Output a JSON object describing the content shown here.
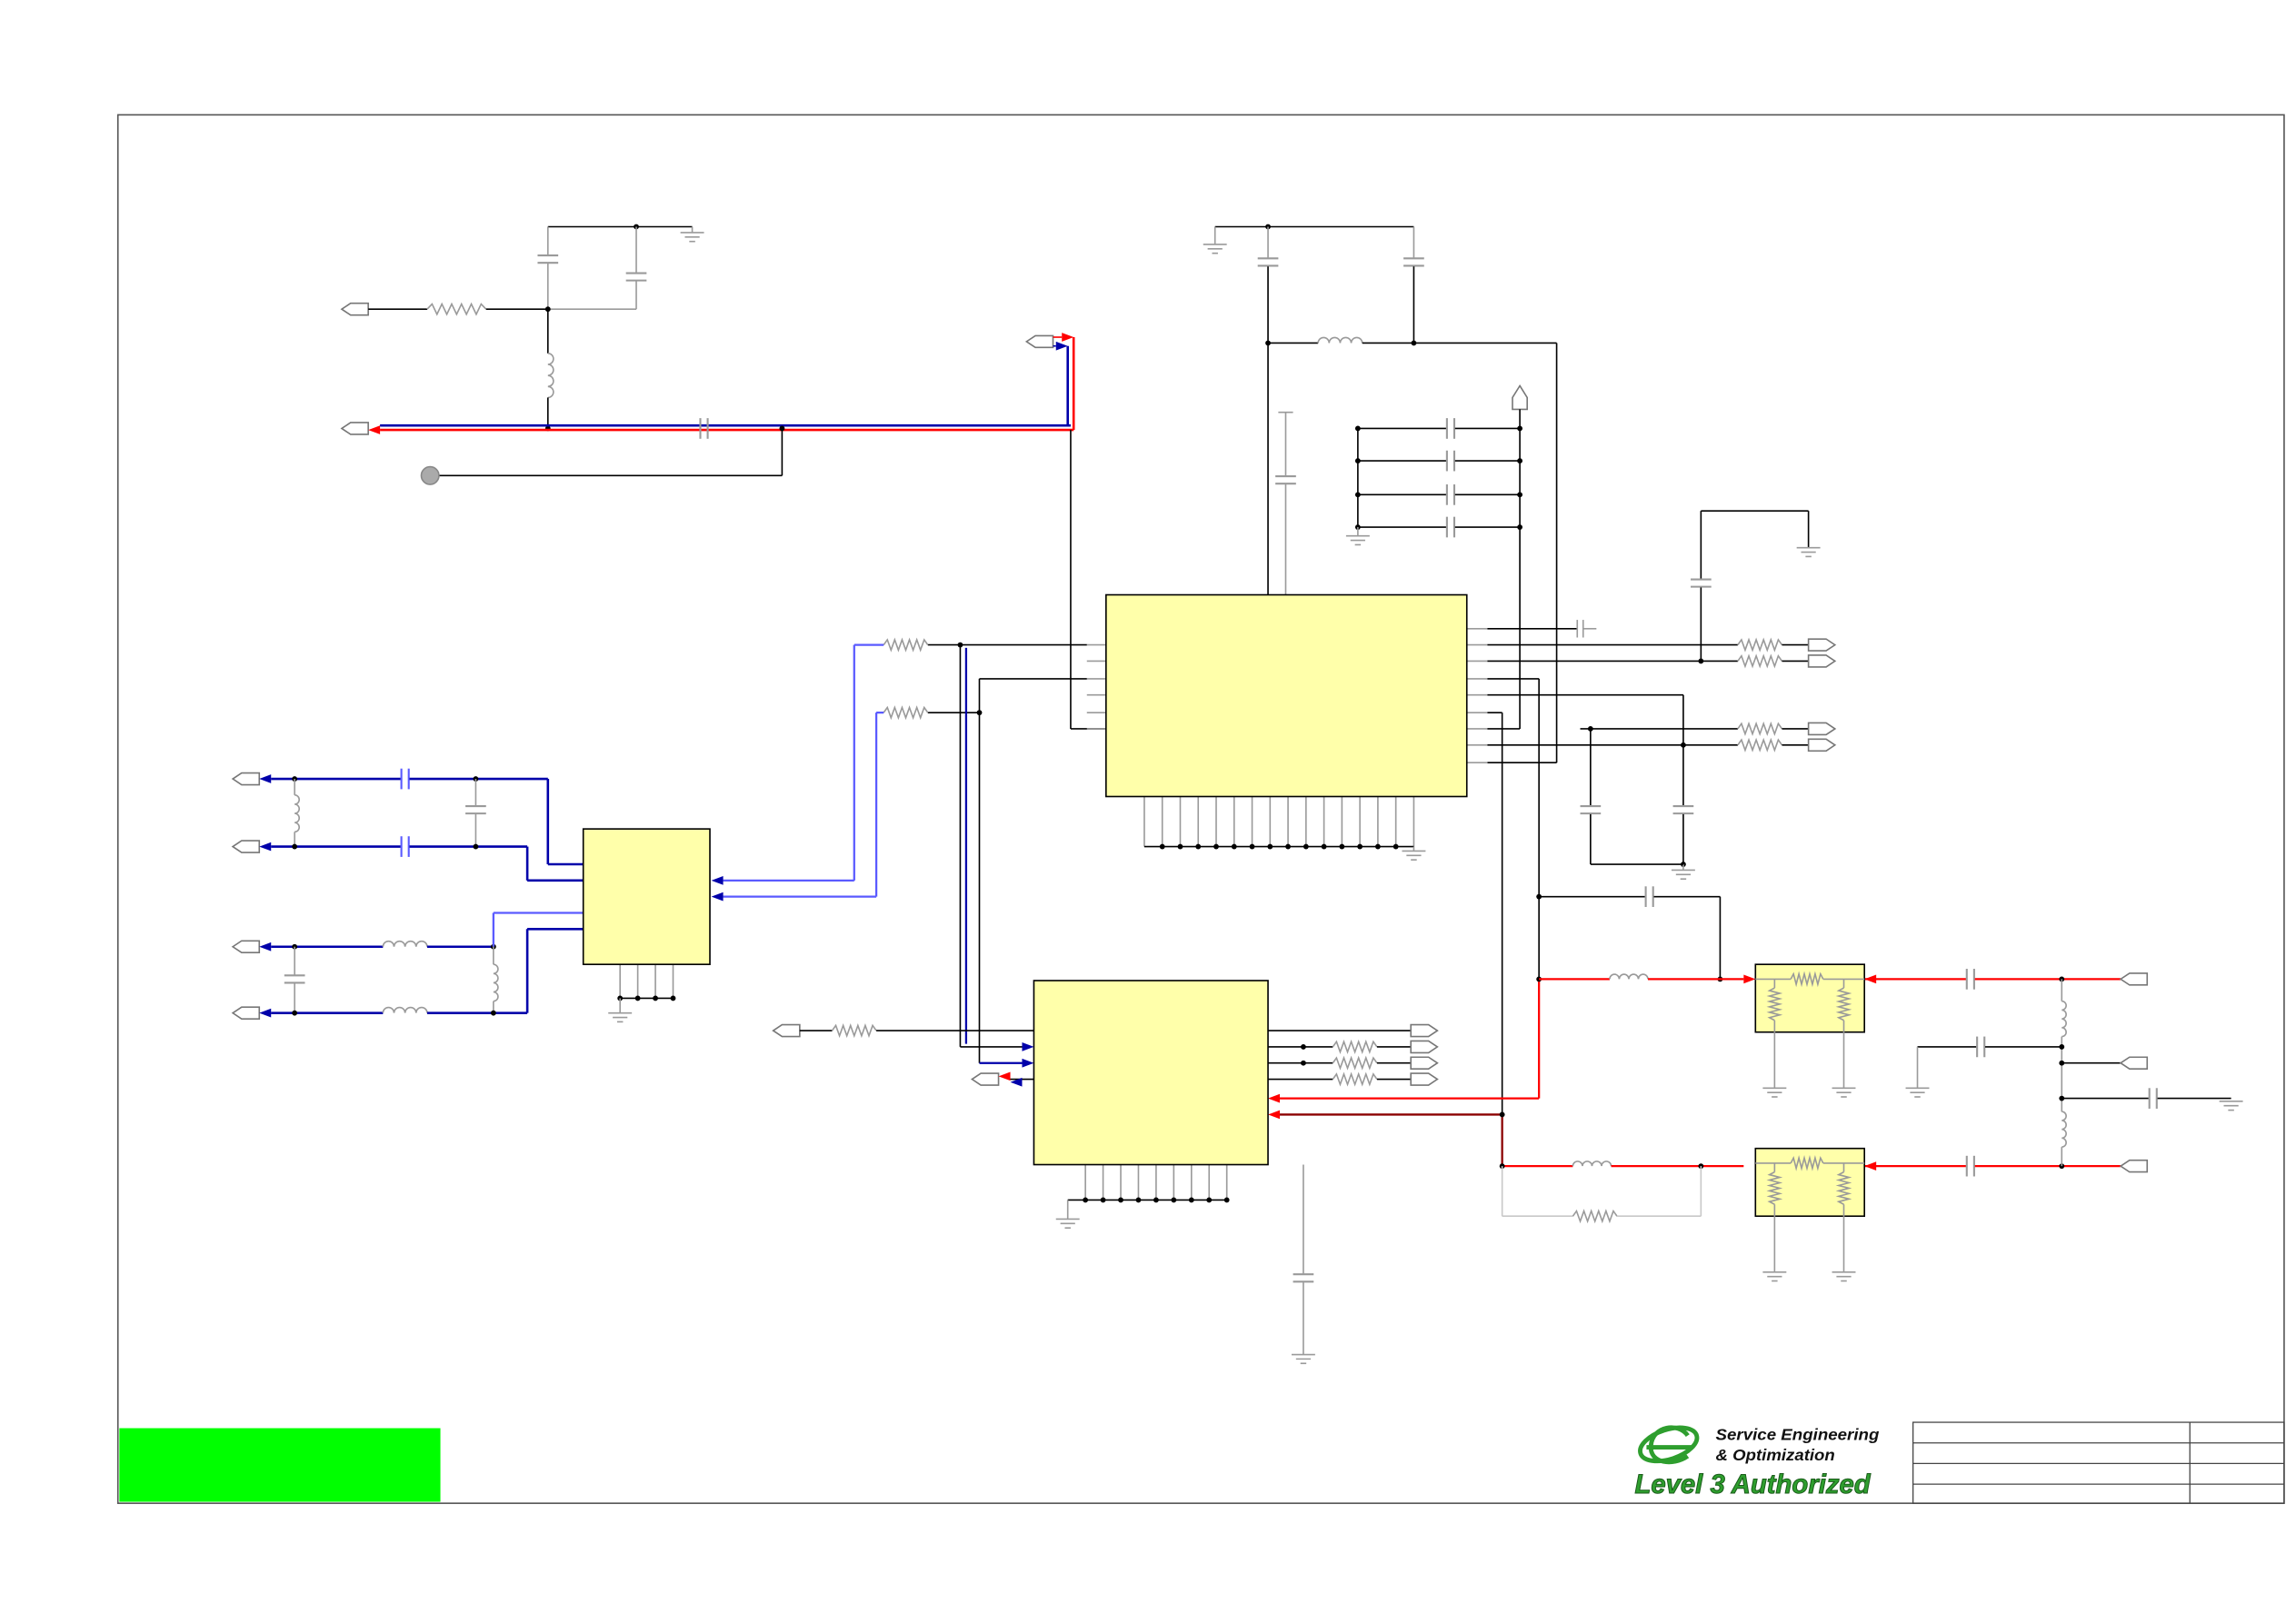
{
  "logo": {
    "line1": "Service Engineering",
    "line2": "& Optimization",
    "tagline": "Level 3 Authorized"
  },
  "colors": {
    "wire": "#000000",
    "component": "#9a9a9a",
    "faint": "#c8c8c8",
    "chip_fill": "#ffffaa",
    "signal_red": "#ff0000",
    "signal_dark_red": "#8b0000",
    "signal_blue": "#0000aa",
    "signal_light_blue": "#5a5aff",
    "label_green": "#00ff00",
    "logo_green": "#2e9e2e",
    "logo_green_dark": "#1a5a1a"
  }
}
